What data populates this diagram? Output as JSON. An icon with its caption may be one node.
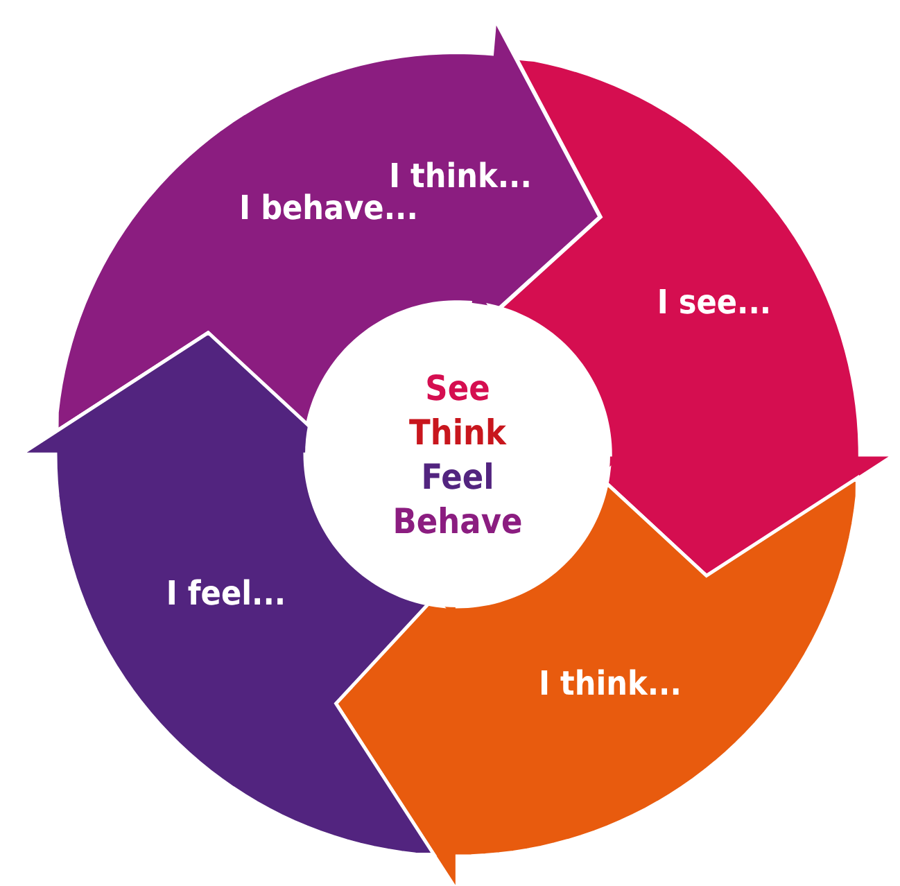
{
  "diagram": {
    "nodes": [
      {
        "text": [
          "I think...",
          "I behave..."
        ]
      },
      {
        "text": [
          "I see..."
        ]
      },
      {
        "text": [
          "I think..."
        ]
      },
      {
        "text": [
          "I feel..."
        ]
      },
      {
        "text": [
          "See",
          "Think",
          "Feel",
          "Behave"
        ]
      }
    ]
  }
}
